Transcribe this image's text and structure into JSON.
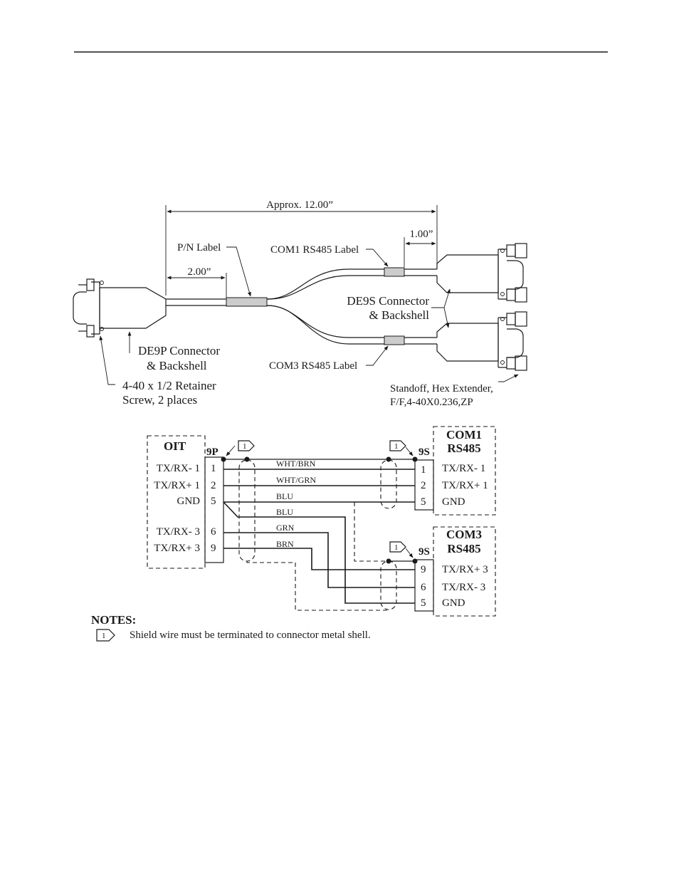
{
  "mechanical": {
    "overall_length": "Approx. 12.00”",
    "left_length": "2.00”",
    "right_length": "1.00”",
    "pn_label": "P/N Label",
    "com1_label": "COM1 RS485 Label",
    "com3_label": "COM3 RS485 Label",
    "de9s_line1": "DE9S Connector",
    "de9s_line2": "& Backshell",
    "de9p_line1": "DE9P Connector",
    "de9p_line2": "& Backshell",
    "screw_line1": "4-40 x 1/2 Retainer",
    "screw_line2": "Screw, 2 places",
    "standoff_line1": "Standoff, Hex Extender,",
    "standoff_line2": "F/F,4-40X0.236,ZP"
  },
  "schematic": {
    "oit": {
      "title": "OIT",
      "connector": "9P",
      "signals": [
        "TX/RX- 1",
        "TX/RX+ 1",
        "GND",
        "TX/RX- 3",
        "TX/RX+ 3"
      ],
      "pins": [
        "1",
        "2",
        "5",
        "6",
        "9"
      ]
    },
    "com1": {
      "title_line1": "COM1",
      "title_line2": "RS485",
      "connector": "9S",
      "pins": [
        "1",
        "2",
        "5"
      ],
      "signals": [
        "TX/RX- 1",
        "TX/RX+ 1",
        "GND"
      ]
    },
    "com3": {
      "title_line1": "COM3",
      "title_line2": "RS485",
      "connector": "9S",
      "pins": [
        "9",
        "6",
        "5"
      ],
      "signals": [
        "TX/RX+ 3",
        "TX/RX- 3",
        "GND"
      ]
    },
    "wire_colors": [
      "WHT/BRN",
      "WHT/GRN",
      "BLU",
      "BLU",
      "GRN",
      "BRN"
    ],
    "note_marker": "1"
  },
  "notes": {
    "heading": "NOTES:",
    "marker": "1",
    "text": "Shield wire must be terminated to connector metal shell."
  }
}
